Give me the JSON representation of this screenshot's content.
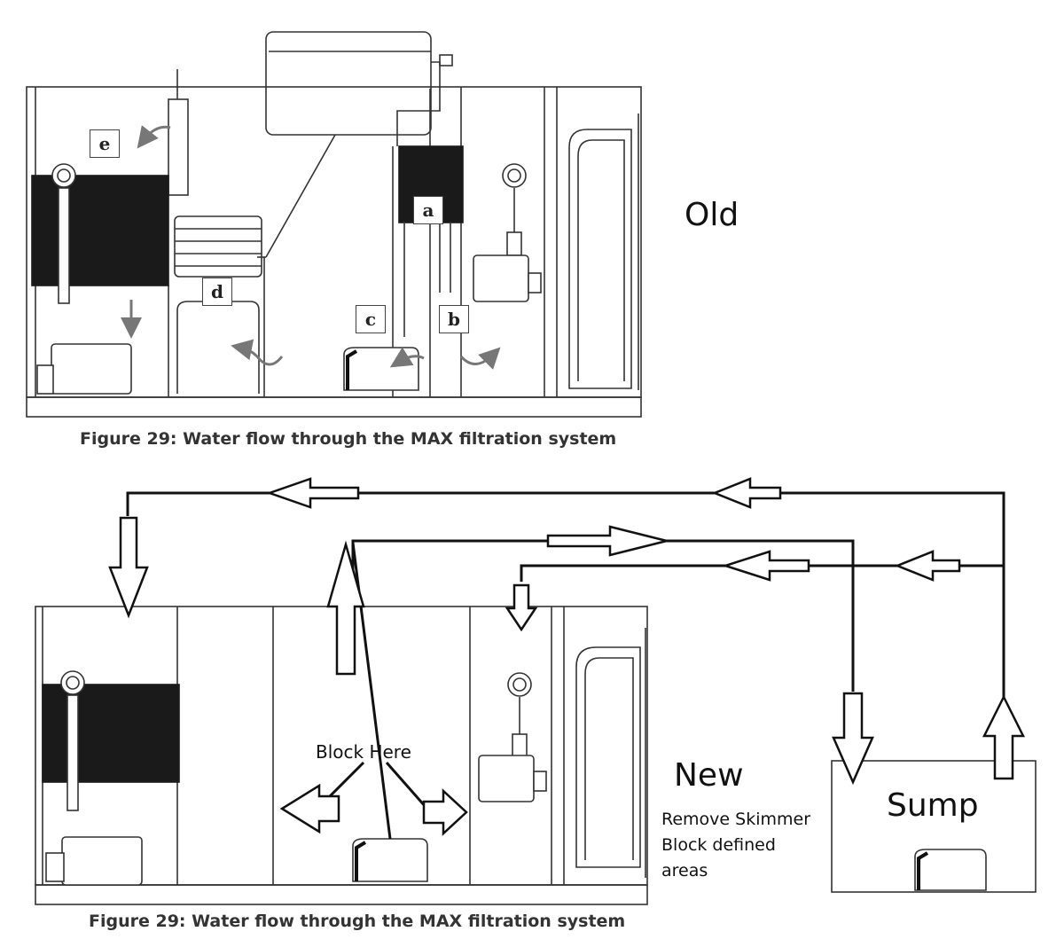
{
  "top_figure": {
    "caption": "Figure 29: Water flow through the MAX filtration system",
    "state_label": "Old",
    "callouts": [
      {
        "id": "e",
        "text": "e"
      },
      {
        "id": "a",
        "text": "a"
      },
      {
        "id": "d",
        "text": "d"
      },
      {
        "id": "c",
        "text": "c"
      },
      {
        "id": "b",
        "text": "b"
      }
    ]
  },
  "bottom_figure": {
    "caption": "Figure 29: Water flow through the MAX filtration system",
    "state_label": "New",
    "block_label": "Block Here",
    "notes": [
      "Remove Skimmer",
      "Block defined",
      "areas"
    ],
    "sump_label": "Sump"
  },
  "colors": {
    "line": "#111111",
    "black_panel": "#1a1a1a",
    "flow_arrow": "#666666"
  }
}
